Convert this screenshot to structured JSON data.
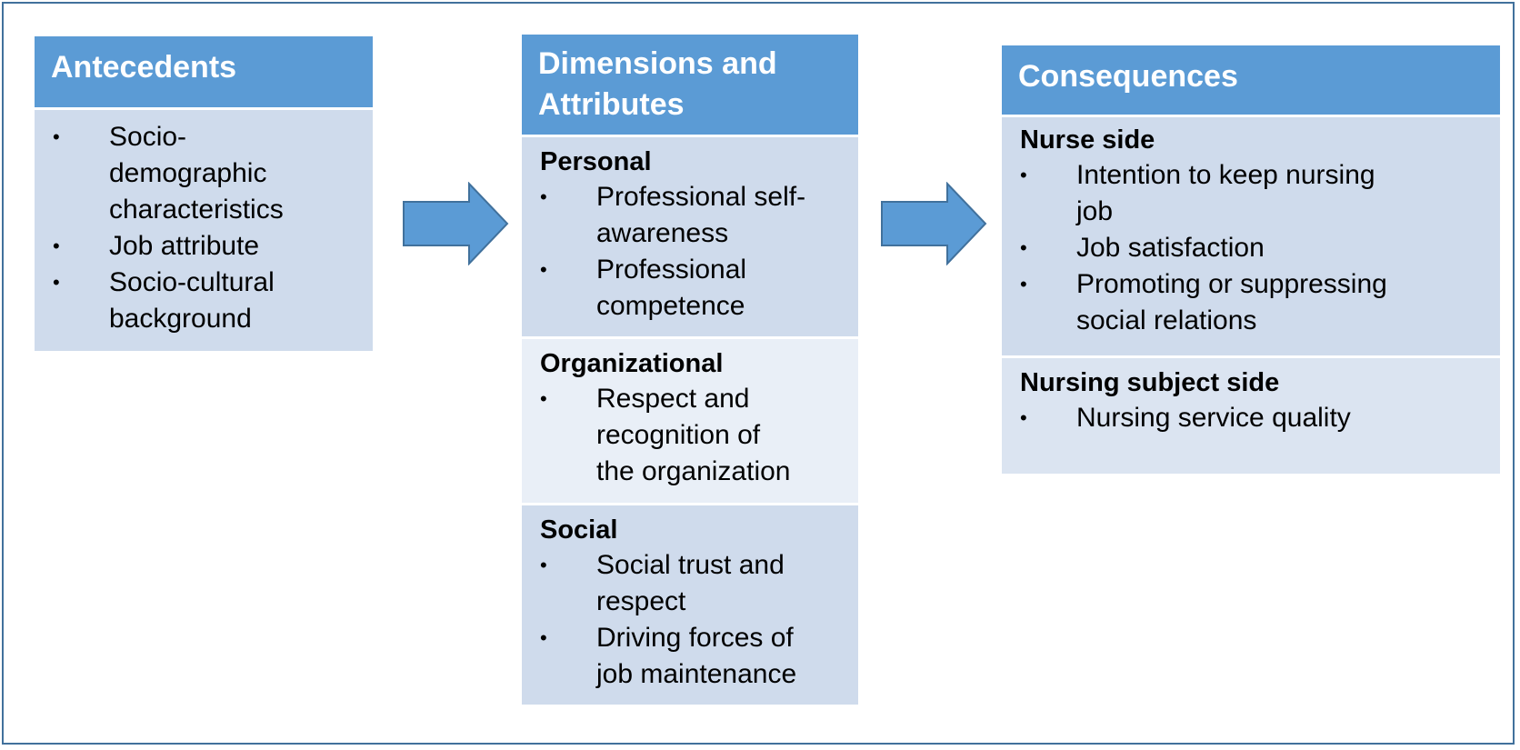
{
  "colors": {
    "header": "#5b9bd5",
    "section_dark": "#cfdbec",
    "section_light": "#e9eff7",
    "arrow_fill": "#5b9bd5",
    "arrow_stroke": "#41719c",
    "frame": "#41719c"
  },
  "bullet": "•",
  "antecedents": {
    "title": "Antecedents",
    "items": [
      "Socio-\ndemographic\ncharacteristics",
      "Job attribute",
      "Socio-cultural\nbackground"
    ]
  },
  "dimensions": {
    "title": "Dimensions and\nAttributes",
    "sections": [
      {
        "title": "Personal",
        "items": [
          "Professional self-\nawareness",
          "Professional\ncompetence"
        ]
      },
      {
        "title": "Organizational",
        "items": [
          "Respect and\nrecognition of\nthe organization"
        ]
      },
      {
        "title": "Social",
        "items": [
          "Social trust and\nrespect",
          "Driving forces of\njob maintenance"
        ]
      }
    ]
  },
  "consequences": {
    "title": "Consequences",
    "sections": [
      {
        "title": "Nurse side",
        "items": [
          "Intention to keep nursing\njob",
          "Job satisfaction",
          "Promoting or suppressing\nsocial relations"
        ]
      },
      {
        "title": "Nursing subject side",
        "items": [
          "Nursing service quality"
        ]
      }
    ]
  }
}
